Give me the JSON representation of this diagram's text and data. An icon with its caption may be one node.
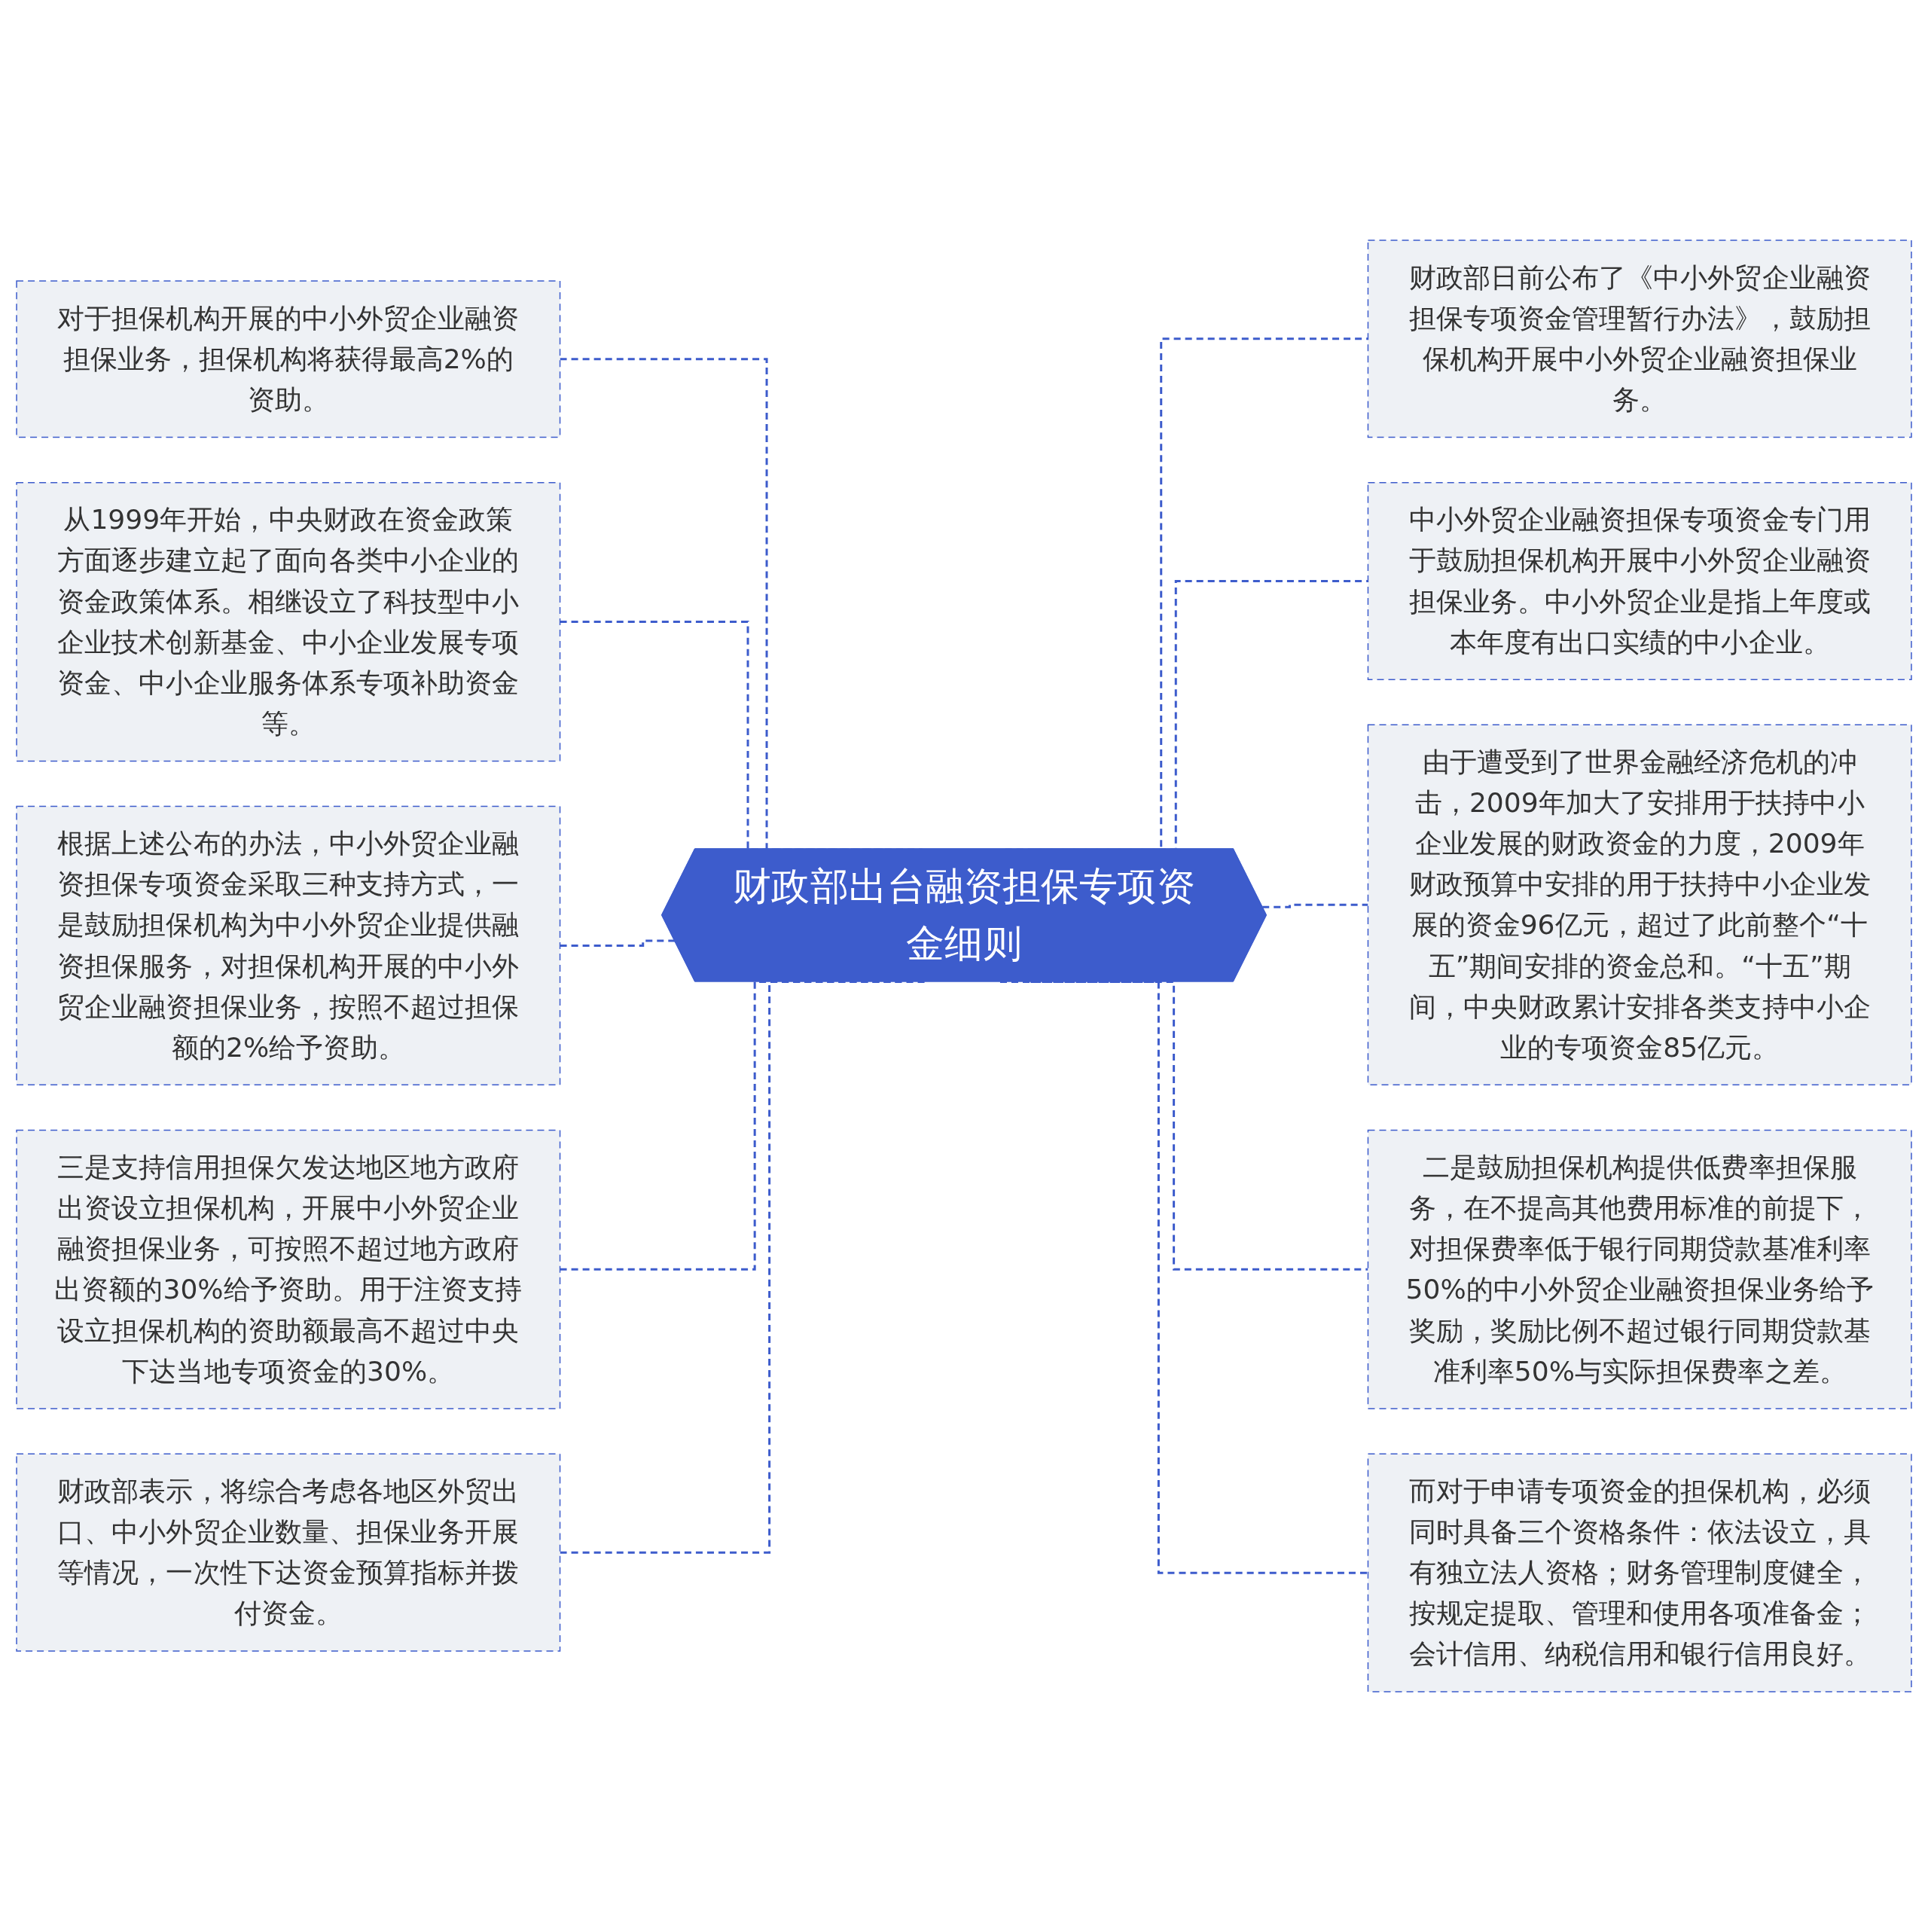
{
  "diagram": {
    "nodes": [
      {
        "text": [
          "财政部出台融资担保专项资金细则"
        ]
      },
      {
        "text": [
          "对于担保机构开展的中小外贸企业融资担保业务，担保机构将获得最高2%的资助。"
        ]
      },
      {
        "text": [
          "从1999年开始，中央财政在资金政策方面逐步建立起了面向各类中小企业的资金政策体系。相继设立了科技型中小企业技术创新基金、中小企业发展专项资金、中小企业服务体系专项补助资金等。"
        ]
      },
      {
        "text": [
          "根据上述公布的办法，中小外贸企业融资担保专项资金采取三种支持方式，一是鼓励担保机构为中小外贸企业提供融资担保服务，对担保机构开展的中小外贸企业融资担保业务，按照不超过担保额的2%给予资助。"
        ]
      },
      {
        "text": [
          "三是支持信用担保欠发达地区地方政府出资设立担保机构，开展中小外贸企业融资担保业务，可按照不超过地方政府出资额的30%给予资助。用于注资支持设立担保机构的资助额最高不超过中央下达当地专项资金的30%。"
        ]
      },
      {
        "text": [
          "财政部表示，将综合考虑各地区外贸出口、中小外贸企业数量、担保业务开展等情况，一次性下达资金预算指标并拨付资金。"
        ]
      },
      {
        "text": [
          "财政部日前公布了《中小外贸企业融资担保专项资金管理暂行办法》，鼓励担保机构开展中小外贸企业融资担保业务。"
        ]
      },
      {
        "text": [
          "中小外贸企业融资担保专项资金专门用于鼓励担保机构开展中小外贸企业融资担保业务。中小外贸企业是指上年度或本年度有出口实绩的中小企业。"
        ]
      },
      {
        "text": [
          "由于遭受到了世界金融经济危机的冲击，2009年加大了安排用于扶持中小企业发展的财政资金的力度，2009年财政预算中安排的用于扶持中小企业发展的资金96亿元，超过了此前整个“十五”期间安排的资金总和。“十五”期间，中央财政累计安排各类支持中小企业的专项资金85亿元。"
        ]
      },
      {
        "text": [
          "二是鼓励担保机构提供低费率担保服务，在不提高其他费用标准的前提下，对担保费率低于银行同期贷款基准利率50%的中小外贸企业融资担保业务给予奖励，奖励比例不超过银行同期贷款基准利率50%与实际担保费率之差。"
        ]
      },
      {
        "text": [
          "而对于申请专项资金的担保机构，必须同时具备三个资格条件：依法设立，具有独立法人资格；财务管理制度健全，按规定提取、管理和使用各项准备金；会计信用、纳税信用和银行信用良好。"
        ]
      }
    ],
    "edges": [
      {
        "from": 1,
        "to": 0,
        "arrow": "none",
        "style": "dashed"
      },
      {
        "from": 2,
        "to": 0,
        "arrow": "none",
        "style": "dashed"
      },
      {
        "from": 3,
        "to": 0,
        "arrow": "none",
        "style": "dashed"
      },
      {
        "from": 4,
        "to": 0,
        "arrow": "none",
        "style": "dashed"
      },
      {
        "from": 5,
        "to": 0,
        "arrow": "none",
        "style": "dashed"
      },
      {
        "from": 0,
        "to": 6,
        "arrow": "none",
        "style": "dashed"
      },
      {
        "from": 0,
        "to": 7,
        "arrow": "none",
        "style": "dashed"
      },
      {
        "from": 0,
        "to": 8,
        "arrow": "none",
        "style": "dashed"
      },
      {
        "from": 0,
        "to": 9,
        "arrow": "none",
        "style": "dashed"
      },
      {
        "from": 0,
        "to": 10,
        "arrow": "none",
        "style": "dashed"
      }
    ]
  }
}
